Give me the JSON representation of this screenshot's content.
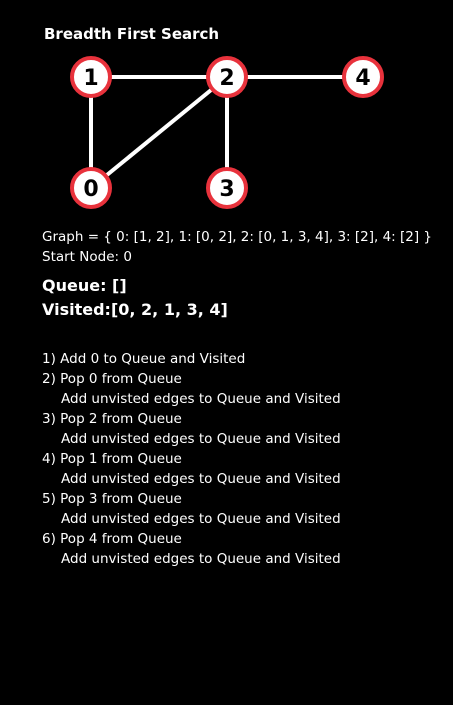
{
  "title": "Breadth First Search",
  "graph": {
    "nodes": [
      "1",
      "2",
      "4",
      "0",
      "3"
    ],
    "edges": [
      [
        "1",
        "2"
      ],
      [
        "2",
        "4"
      ],
      [
        "1",
        "0"
      ],
      [
        "2",
        "0"
      ],
      [
        "2",
        "3"
      ]
    ],
    "node_fill": "#ffffff",
    "node_stroke": "#e8323c",
    "edge_color": "#ffffff"
  },
  "graph_definition": "Graph = { 0: [1, 2], 1: [0, 2], 2: [0, 1, 3, 4], 3: [2], 4: [2] }",
  "start_node": "Start Node: 0",
  "queue": "Queue: []",
  "visited": "Visited:[0, 2, 1, 3, 4]",
  "steps": [
    "1) Add 0 to Queue and Visited",
    "2) Pop 0 from Queue",
    "Add unvisted edges to Queue and Visited",
    "3) Pop 2 from Queue",
    "Add unvisted edges to Queue and Visited",
    "4) Pop 1 from Queue",
    "Add unvisted edges to Queue and Visited",
    "5) Pop 3 from Queue",
    "Add unvisted edges to Queue and Visited",
    "6) Pop 4 from Queue",
    "Add unvisted edges to Queue and Visited"
  ]
}
